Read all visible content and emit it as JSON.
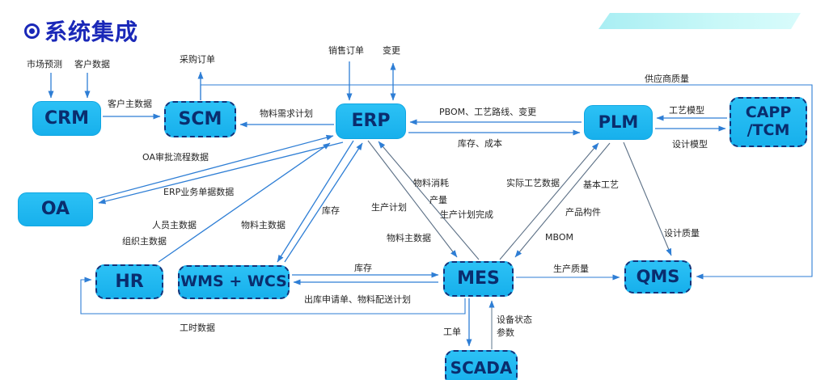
{
  "title": "系统集成",
  "nodes": {
    "crm": {
      "label": "CRM"
    },
    "scm": {
      "label": "SCM"
    },
    "erp": {
      "label": "ERP"
    },
    "plm": {
      "label": "PLM"
    },
    "capp": {
      "label_line1": "CAPP",
      "label_line2": "/TCM"
    },
    "oa": {
      "label": "OA"
    },
    "hr": {
      "label": "HR"
    },
    "wms": {
      "label": "WMS + WCS"
    },
    "mes": {
      "label": "MES"
    },
    "qms": {
      "label": "QMS"
    },
    "scada": {
      "label": "SCADA"
    }
  },
  "edge_labels": {
    "market_forecast": "市场预测",
    "customer_data": "客户数据",
    "customer_master": "客户主数据",
    "purchase_order": "采购订单",
    "material_req_plan": "物料需求计划",
    "sales_order": "销售订单",
    "change": "变更",
    "supplier_quality": "供应商质量",
    "pbom_route_change": "PBOM、工艺路线、变更",
    "inventory_cost": "库存、成本",
    "process_model": "工艺模型",
    "design_model": "设计模型",
    "oa_approval_data": "OA审批流程数据",
    "erp_doc_data": "ERP业务单据数据",
    "personnel_master": "人员主数据",
    "org_master": "组织主数据",
    "material_master_wms": "物料主数据",
    "inventory_wms_erp": "库存",
    "production_plan": "生产计划",
    "material_master_mes": "物料主数据",
    "material_consumption": "物料消耗",
    "output_qty": "产量",
    "plan_complete": "生产计划完成",
    "actual_process_data": "实际工艺数据",
    "basic_process": "基本工艺",
    "product_component": "产品构件",
    "mbom": "MBOM",
    "design_quality": "设计质量",
    "production_quality": "生产质量",
    "inventory_wms_mes": "库存",
    "outbound_plan": "出库申请单、物料配送计划",
    "work_hours": "工时数据",
    "work_order": "工单",
    "device_status_line1": "设备状态",
    "device_status_line2": "参数"
  },
  "colors": {
    "title": "#1a28b8",
    "node_fill": "#1db4ee",
    "node_text": "#0a2d6e",
    "dashed_border": "#12337a",
    "connector_blue": "#2e7ed5",
    "connector_slate": "#5c7086",
    "ribbon": "#c9f8f8"
  }
}
